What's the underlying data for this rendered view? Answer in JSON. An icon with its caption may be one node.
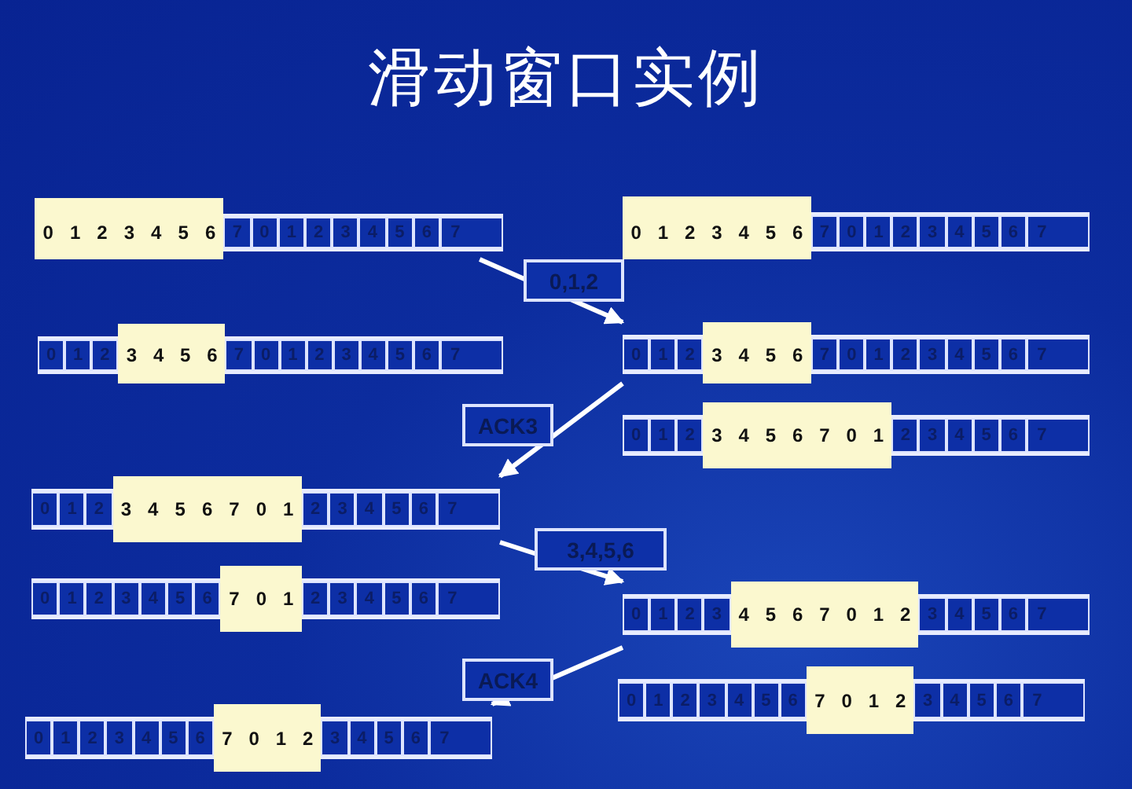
{
  "diagram": {
    "title": "滑动窗口实例",
    "nodes": [
      {
        "text": [
          "0",
          "1",
          "2",
          "3",
          "4",
          "5",
          "6",
          "7",
          "0",
          "1",
          "2",
          "3",
          "4",
          "5",
          "6",
          "7"
        ]
      },
      {
        "text": [
          "0",
          "1",
          "2",
          "3",
          "4",
          "5",
          "6",
          "7",
          "0",
          "1",
          "2",
          "3",
          "4",
          "5",
          "6",
          "7"
        ]
      },
      {
        "text": [
          "0",
          "1",
          "2",
          "3",
          "4",
          "5",
          "6",
          "7",
          "0",
          "1",
          "2",
          "3",
          "4",
          "5",
          "6",
          "7"
        ]
      },
      {
        "text": [
          "0",
          "1",
          "2",
          "3",
          "4",
          "5",
          "6",
          "7",
          "0",
          "1",
          "2",
          "3",
          "4",
          "5",
          "6",
          "7"
        ]
      },
      {
        "text": [
          "0",
          "1",
          "2",
          "3",
          "4",
          "5",
          "6",
          "7",
          "0",
          "1",
          "2",
          "3",
          "4",
          "5",
          "6",
          "7"
        ]
      },
      {
        "text": [
          "0",
          "1",
          "2",
          "3",
          "4",
          "5",
          "6",
          "7",
          "0",
          "1",
          "2",
          "3",
          "4",
          "5",
          "6",
          "7"
        ]
      },
      {
        "text": [
          "0",
          "1",
          "2",
          "3",
          "4",
          "5",
          "6",
          "7",
          "0",
          "1",
          "2",
          "3",
          "4",
          "5",
          "6",
          "7"
        ]
      },
      {
        "text": [
          "0",
          "1",
          "2",
          "3",
          "4",
          "5",
          "6",
          "7",
          "0",
          "1",
          "2",
          "3",
          "4",
          "5",
          "6",
          "7"
        ]
      },
      {
        "text": [
          "0",
          "1",
          "2",
          "3",
          "4",
          "5",
          "6",
          "7",
          "0",
          "1",
          "2",
          "3",
          "4",
          "5",
          "6",
          "7"
        ]
      },
      {
        "text": [
          "0",
          "1",
          "2",
          "3",
          "4",
          "5",
          "6",
          "7",
          "0",
          "1",
          "2",
          "3",
          "4",
          "5",
          "6",
          "7"
        ]
      }
    ],
    "edges": [
      {
        "from": 0,
        "to": 3,
        "arrow": "to",
        "label": "0,1,2"
      },
      {
        "from": 3,
        "to": 5,
        "arrow": "to",
        "label": "ACK3"
      },
      {
        "from": 5,
        "to": 7,
        "arrow": "to",
        "label": "3,4,5,6"
      },
      {
        "from": 7,
        "to": 9,
        "arrow": "to",
        "label": "ACK4"
      }
    ]
  }
}
